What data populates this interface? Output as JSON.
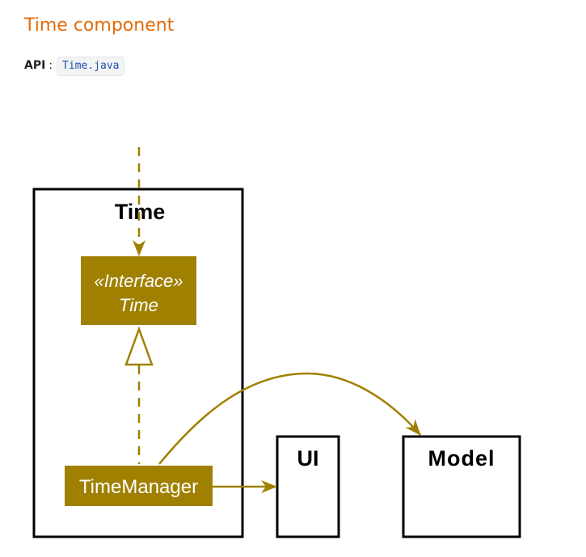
{
  "page": {
    "section_title": "Time component",
    "api_label": "API",
    "api_separator": ":",
    "api_link": "Time.java"
  },
  "diagram": {
    "package_title": "Time",
    "interface_stereotype": "«Interface»",
    "interface_name": "Time",
    "class_name": "TimeManager",
    "ui_label": "UI",
    "model_label": "Model"
  },
  "colors": {
    "title": "#e36c0a",
    "link": "#1f4fa6",
    "class_fill": "#a08000",
    "arrow": "#a08000",
    "border": "#000000"
  }
}
